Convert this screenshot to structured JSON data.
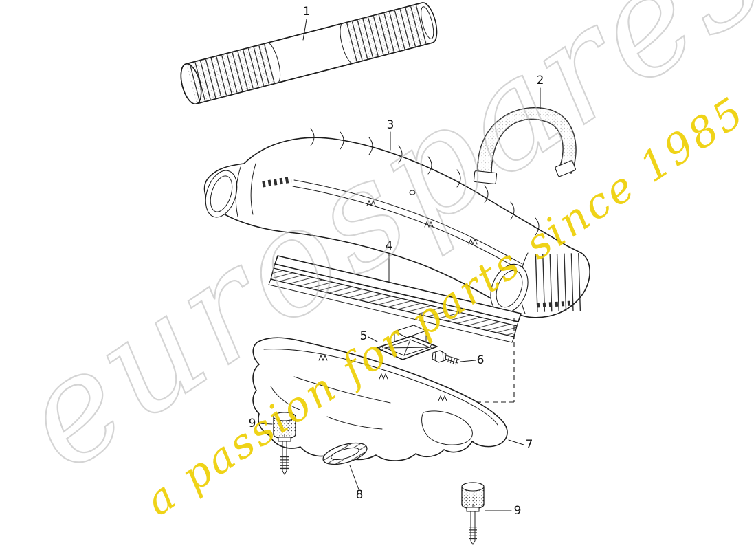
{
  "colors": {
    "bg": "#ffffff",
    "line": "#1c1c1c",
    "wm_gray": "#b2b2b2",
    "wm_yellow": "#eecf00",
    "callout": "#111111"
  },
  "watermark": {
    "brand": "eurospares",
    "tagline": "a passion for parts since 1985"
  },
  "diagram": {
    "callouts": [
      "1",
      "2",
      "3",
      "4",
      "5",
      "6",
      "7",
      "8",
      "9",
      "9"
    ]
  }
}
